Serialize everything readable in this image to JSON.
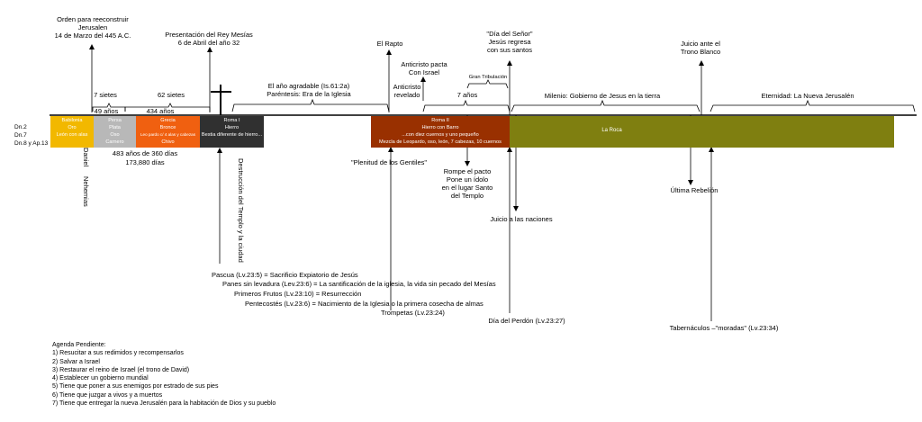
{
  "left_labels": [
    "Dn.2",
    "Dn.7",
    "Dn.8 y Ap.13"
  ],
  "colors": {
    "babilonia": "#f2b800",
    "persia": "#b8b8b8",
    "grecia": "#f06010",
    "roma": "#303030",
    "roma2": "#993000",
    "roca": "#7f7f10",
    "axis": "#000000"
  },
  "segments": {
    "babilonia": [
      "Babilonia",
      "Oro",
      "León con alas"
    ],
    "persia": [
      "Persa",
      "Plata",
      "Oso",
      "Carnero"
    ],
    "grecia": [
      "Grecia",
      "Bronce",
      "Leo pardo c/ 4 alas y cabezas",
      "Chivo"
    ],
    "roma": [
      "Roma I",
      "Hierro",
      "Bestia diferente de hierro..."
    ],
    "roma2": [
      "Roma II",
      "Hierro con Barro",
      "...con diez cuernos y uno pequeño",
      "Mezcla de Leopardo, oso, león, 7 cabezas, 10 cuernos"
    ],
    "roca": [
      "La Roca"
    ]
  },
  "top": {
    "orden": [
      "Orden para reeconstruir",
      "Jerusalen",
      "14 de Marzo del 445 A.C."
    ],
    "presentacion": [
      "Presentación del Rey Mesías",
      "6 de Abril del año 32"
    ],
    "rapto": "El Rapto",
    "dia_senor": [
      "\"Día del Señor\"",
      "Jesús regresa",
      "con sus santos"
    ],
    "juicio_trono": [
      "Juicio ante el",
      "Trono Blanco"
    ],
    "anticristo_pacta": [
      "Anticristo pacta",
      "Con Israel"
    ],
    "ano_agradable": [
      "El año agradable (Is.61:2a)",
      "Paréntesis: Era de la Iglesia"
    ],
    "anticristo_revelado": [
      "Anticristo",
      "revelado"
    ],
    "gran_tribulacion": "Gran Tribulación",
    "milenio": "Milenio: Gobierno de Jesus en la tierra",
    "eternidad": "Eternidad: La Nueva Jerusalén",
    "siete_sietes": "7 sietes",
    "sesenta_dos_sietes": "62 sietes",
    "cuarenta_nueve": "49 años",
    "cuatrocientos_treinta_cuatro": "434 años",
    "siete_anos": "7 años"
  },
  "bottom": {
    "daniel": "Daniel",
    "nehemias": "Nehemias",
    "anos_360": "483 años de 360 días",
    "dias": "173,880 días",
    "destruccion": "Destrucción del Templo y la ciudad",
    "plenitud": "\"Plenitud de los Gentiles\"",
    "rompe": [
      "Rompe el pacto",
      "Pone un ídolo",
      "en el lugar Santo",
      "del Templo"
    ],
    "juicio_naciones": "Juicio a las naciones",
    "ultima": "Última Rebelión",
    "fiestas": [
      "Pascua (Lv.23:5) = Sacrificio Expiatorio de Jesús",
      "Panes sin levadura (Lev.23:6) = La santificación de la iglesia, la vida sin pecado del Mesías",
      "Primeros Frutos (Lv.23:10) = Resurrección",
      "Pentecostés (Lv.23:6) = Nacimiento de la Iglesia o la primera cosecha de almas",
      "Trompetas (Lv.23:24)"
    ],
    "perdon": "Día del Perdón (Lv.23:27)",
    "tabernaculos": "Tabernáculos –\"moradas\" (Lv.23:34)"
  },
  "agenda": {
    "title": "Agenda Pendiente:",
    "items": [
      "1) Resucitar a sus redimidos y recompensarlos",
      "2) Salvar a Israel",
      "3) Restaurar el reino de Israel (el trono de David)",
      "4) Establecer un gobierno mundial",
      "5) Tiene que poner a sus enemigos por estrado de sus pies",
      "6) Tiene que juzgar a vivos y a muertos",
      "7) Tiene que entregar la nueva Jerusalén para la habitación de Dios y su pueblo"
    ]
  }
}
